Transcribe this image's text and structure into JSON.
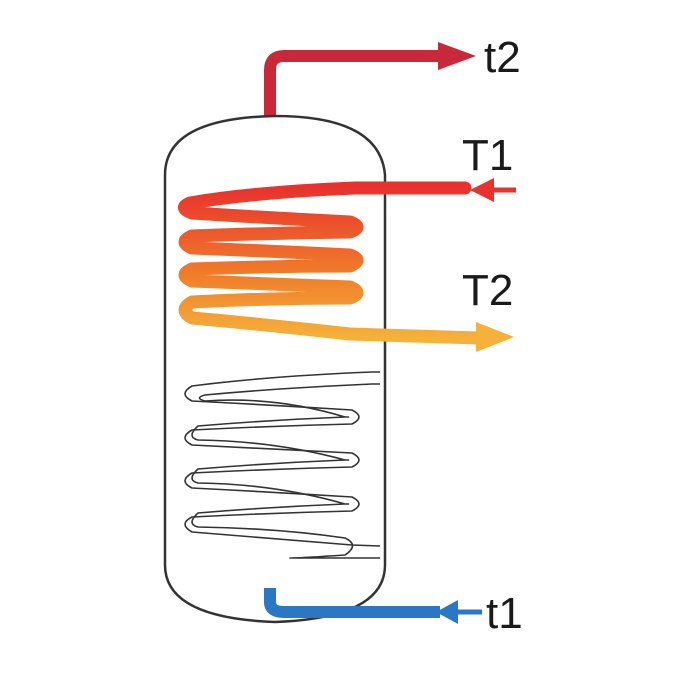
{
  "labels": {
    "hot_out": "t2",
    "coil_in": "T1",
    "coil_out": "T2",
    "cold_in": "t1"
  },
  "colors": {
    "hot_pipe": "#c8283a",
    "coil_top": "#e8322e",
    "coil_mid": "#f07a2a",
    "coil_bottom": "#f5b13a",
    "cold_pipe": "#2a78c4",
    "tank_stroke": "#333333",
    "lower_coil_stroke": "#333333"
  },
  "icons": [
    "arrow-right-icon",
    "arrow-left-icon"
  ]
}
